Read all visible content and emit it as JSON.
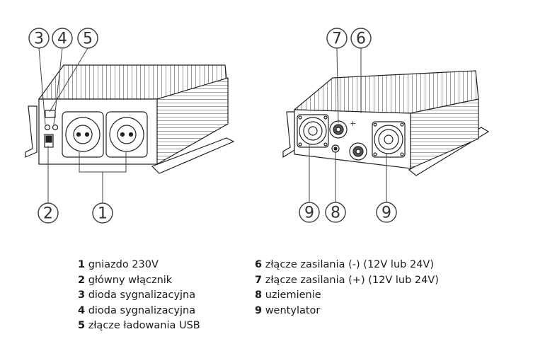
{
  "callouts": {
    "left_top": [
      "3",
      "4",
      "5"
    ],
    "left_bottom": [
      "2",
      "1"
    ],
    "right_top": [
      "7",
      "6"
    ],
    "right_bottom": [
      "9",
      "8",
      "9"
    ]
  },
  "legend": {
    "left": [
      {
        "num": "1",
        "text": "gniazdo 230V"
      },
      {
        "num": "2",
        "text": "główny włącznik"
      },
      {
        "num": "3",
        "text": "dioda sygnalizacyjna"
      },
      {
        "num": "4",
        "text": "dioda sygnalizacyjna"
      },
      {
        "num": "5",
        "text": "złącze ładowania USB"
      }
    ],
    "right": [
      {
        "num": "6",
        "text": "złącze zasilania (-) (12V lub 24V)"
      },
      {
        "num": "7",
        "text": "złącze zasilania (+) (12V lub 24V)"
      },
      {
        "num": "8",
        "text": "uziemienie"
      },
      {
        "num": "9",
        "text": "wentylator"
      }
    ]
  }
}
